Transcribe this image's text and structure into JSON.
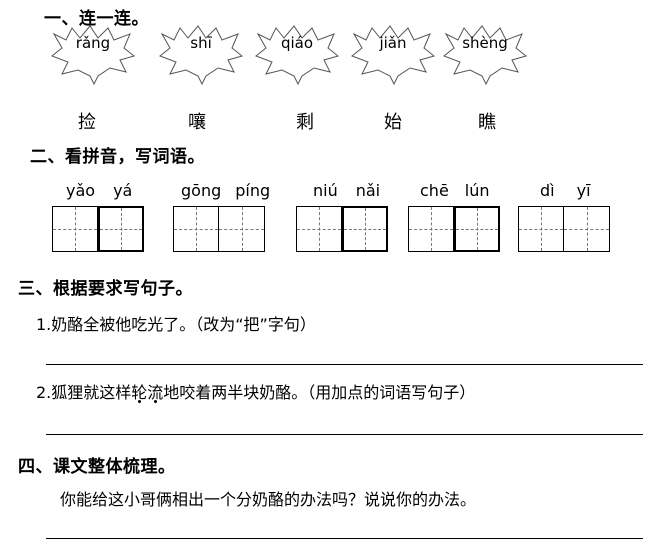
{
  "section1": {
    "heading": "一、连一连。",
    "pinyin": [
      "rǎng",
      "shī",
      "qiáo",
      "jiǎn",
      "shèng"
    ],
    "characters": [
      "捡",
      "嚷",
      "剩",
      "始",
      "瞧"
    ]
  },
  "section2": {
    "heading": "二、看拼音，写词语。",
    "words": [
      {
        "syllables": [
          "yǎo",
          "yá"
        ]
      },
      {
        "syllables": [
          "gōng",
          "píng"
        ]
      },
      {
        "syllables": [
          "niú",
          "nǎi"
        ]
      },
      {
        "syllables": [
          "chē",
          "lún"
        ]
      },
      {
        "syllables": [
          "dì",
          "yī"
        ]
      }
    ]
  },
  "section3": {
    "heading": "三、根据要求写句子。",
    "q1": "1.奶酪全被他吃光了。（改为“把”字句）",
    "q2_prefix": "2.狐狸就这样",
    "q2_dotted": "轮流",
    "q2_suffix": "地咬着两半块奶酪。（用加点的词语写句子）"
  },
  "section4": {
    "heading": "四、课文整体梳理。",
    "question": "你能给这小哥俩相出一个分奶酪的办法吗？说说你的办法。"
  }
}
